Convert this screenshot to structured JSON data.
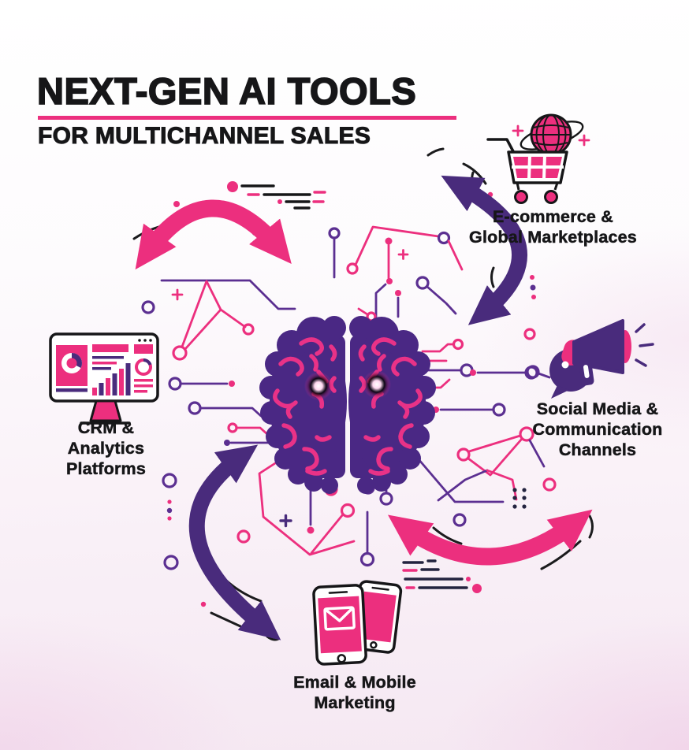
{
  "title": {
    "line1": "NEXT-GEN AI TOOLS",
    "line2": "FOR MULTICHANNEL SALES"
  },
  "center": {
    "name": "AI brain with circuit traces",
    "icon": "brain-circuit-icon"
  },
  "nodes": [
    {
      "id": "ecommerce",
      "label": "E-commerce &\nGlobal Marketplaces",
      "icon": "shopping-cart-globe-icon",
      "position": "top-right"
    },
    {
      "id": "social",
      "label": "Social Media &\nCommunication\nChannels",
      "icon": "megaphone-icon",
      "position": "right"
    },
    {
      "id": "email",
      "label": "Email & Mobile\nMarketing",
      "icon": "mobile-email-icon",
      "position": "bottom"
    },
    {
      "id": "crm",
      "label": "CRM &\nAnalytics\nPlatforms",
      "icon": "analytics-dashboard-icon",
      "position": "left"
    }
  ],
  "arrows": [
    {
      "id": "arc-top-left",
      "color": "pink",
      "heads": 2
    },
    {
      "id": "arc-top-right",
      "color": "purple",
      "heads": 2
    },
    {
      "id": "arc-bottom-left",
      "color": "purple",
      "heads": 2
    },
    {
      "id": "arc-bottom-right",
      "color": "pink",
      "heads": 2
    }
  ],
  "colors": {
    "pink": "#EC2F7E",
    "magenta": "#E93287",
    "cpurple": "#5B2F91",
    "apurple": "#492B7C",
    "brain": "#4A2884",
    "navy": "#23233F",
    "ink": "#161618"
  }
}
